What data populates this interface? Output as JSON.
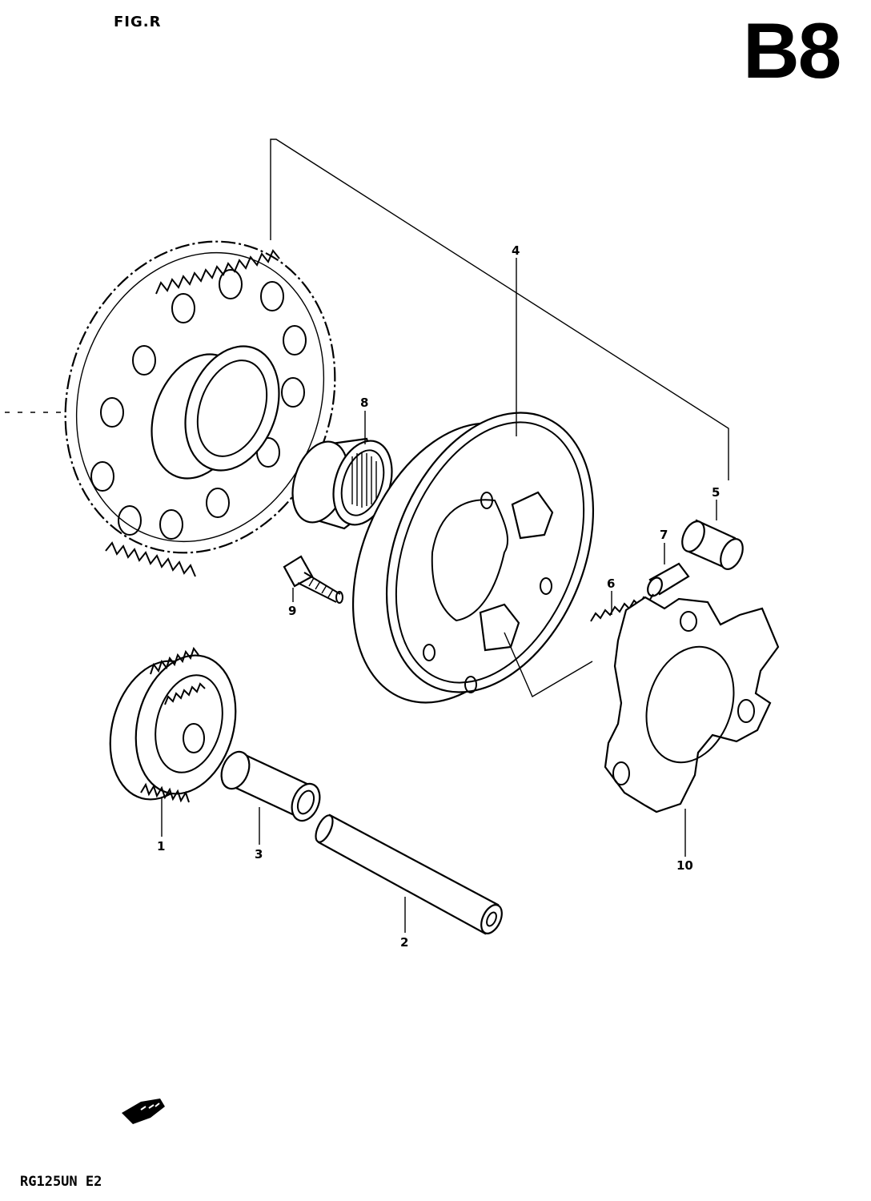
{
  "header": {
    "code": "FIG.R"
  },
  "page_code": "B8",
  "footer": {
    "model": "RG125UN E2"
  },
  "callouts": {
    "c1": "1",
    "c2": "2",
    "c3": "3",
    "c4": "4",
    "c5": "5",
    "c6": "6",
    "c7": "7",
    "c8": "8",
    "c9": "9",
    "c10": "10"
  },
  "parts": [
    "starter-idle-gear",
    "starter-shaft",
    "gear-spacer",
    "starter-clutch-housing",
    "clutch-roller",
    "roller-spring",
    "spring-pin",
    "needle-bearing",
    "clutch-bolt",
    "clutch-plate"
  ]
}
